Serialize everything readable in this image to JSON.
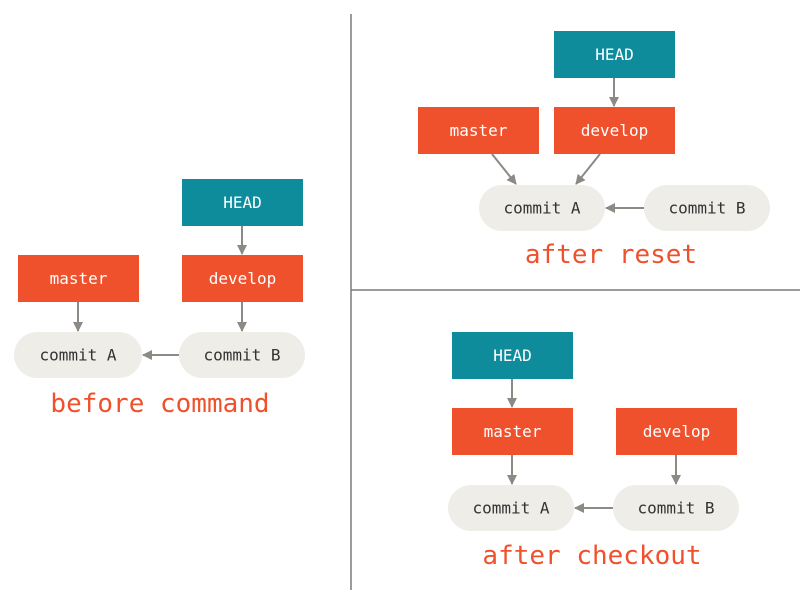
{
  "colors": {
    "head": "#0e8c9c",
    "branch": "#f0512d",
    "commit_fill": "#eeede8",
    "commit_text": "#333333",
    "caption": "#f0512d",
    "arrow": "#8c8a85",
    "divider": "#7a7a7a"
  },
  "panels": {
    "before": {
      "head_label": "HEAD",
      "master_label": "master",
      "develop_label": "develop",
      "commit_a_label": "commit A",
      "commit_b_label": "commit B",
      "caption": "before command"
    },
    "after_reset": {
      "head_label": "HEAD",
      "master_label": "master",
      "develop_label": "develop",
      "commit_a_label": "commit A",
      "commit_b_label": "commit B",
      "caption": "after reset"
    },
    "after_checkout": {
      "head_label": "HEAD",
      "master_label": "master",
      "develop_label": "develop",
      "commit_a_label": "commit A",
      "commit_b_label": "commit B",
      "caption": "after checkout"
    }
  }
}
